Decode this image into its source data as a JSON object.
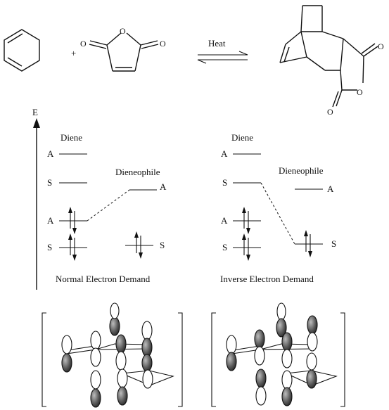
{
  "reaction": {
    "conditions_label": "Heat",
    "plus_sign": "+",
    "atom_O": "O"
  },
  "energy_axis": {
    "label": "E"
  },
  "normal": {
    "diene_title": "Diene",
    "dienophile_title": "Dieneophile",
    "levels": {
      "diene_A_top": "A",
      "diene_S_top": "S",
      "diene_A_occ": "A",
      "diene_S_occ": "S",
      "dienophile_A": "A",
      "dienophile_S": "S"
    },
    "caption": "Normal Electron Demand"
  },
  "inverse": {
    "diene_title": "Diene",
    "dienophile_title": "Dieneophile",
    "levels": {
      "diene_A_top": "A",
      "diene_S_top": "S",
      "diene_A_occ": "A",
      "diene_S_occ": "S",
      "dienophile_A": "A",
      "dienophile_S": "S"
    },
    "caption": "Inverse Electron Demand"
  },
  "colors": {
    "ink": "#111111",
    "background": "#ffffff",
    "lobe_dark": "#555555"
  },
  "icons": {
    "electron_pair": "up-down-arrows",
    "equilibrium": "harpoon-arrows"
  }
}
